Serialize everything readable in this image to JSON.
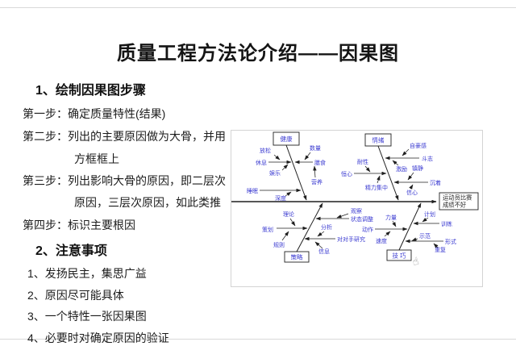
{
  "colors": {
    "diagram_label_blue": "#3b3bd1",
    "line_black": "#1f1f1f",
    "diagram_border_gray": "#d4d4d4"
  },
  "title": "质量工程方法论介绍——因果图",
  "left_panel": {
    "section1": "1、绘制因果图步骤",
    "step1": "第一步：确定质量特性(结果)",
    "step2": "第二步：列出的主要原因做为大骨，并用",
    "step2_cont": "方框框上",
    "step3": "第三步：列出影响大骨的原因，即二层次",
    "step3_cont": "原因，三层次原因，如此类推",
    "step4": "第四步：标识主要根因",
    "section2": "2、注意事项",
    "note1": "1、发扬民主，集思广益",
    "note2": "2、原因尽可能具体",
    "note3": "3、一个特性一张因果图",
    "note4": "4、必要时对确定原因的验证"
  },
  "fishbone": {
    "effect_line1": "运动员比赛",
    "effect_line2": "成绩不好",
    "category_health": "健康",
    "category_emotion": "情绪",
    "category_strategy": "策略",
    "category_skill": "技 巧",
    "health": {
      "rest": "休息",
      "relax": "放松",
      "recreation": "娱乐",
      "diet": "膳食",
      "quantity": "数量",
      "nutrition": "营养",
      "sleep": "睡眠",
      "depth": "深度"
    },
    "emotion": {
      "fighting_spirit": "斗志",
      "pride": "自豪感",
      "motivation": "激励",
      "composure": "沉着",
      "calmness": "镇静",
      "confidence": "信心",
      "perseverance": "恒心",
      "patience": "耐性",
      "concentration": "精力集中"
    },
    "strategy": {
      "planning": "策划",
      "theory": "理论",
      "rules": "规则",
      "state_adjustment": "状态调整",
      "observation": "观察",
      "opponent_research": "对对手研究",
      "analysis": "分析",
      "information": "信息"
    },
    "skill": {
      "action": "动作",
      "strength": "力量",
      "speed": "速度",
      "training": "训练",
      "plan": "计划",
      "form": "形式",
      "demonstration": "示范",
      "repetition": "重复"
    },
    "cursor_glyph": "☝"
  }
}
